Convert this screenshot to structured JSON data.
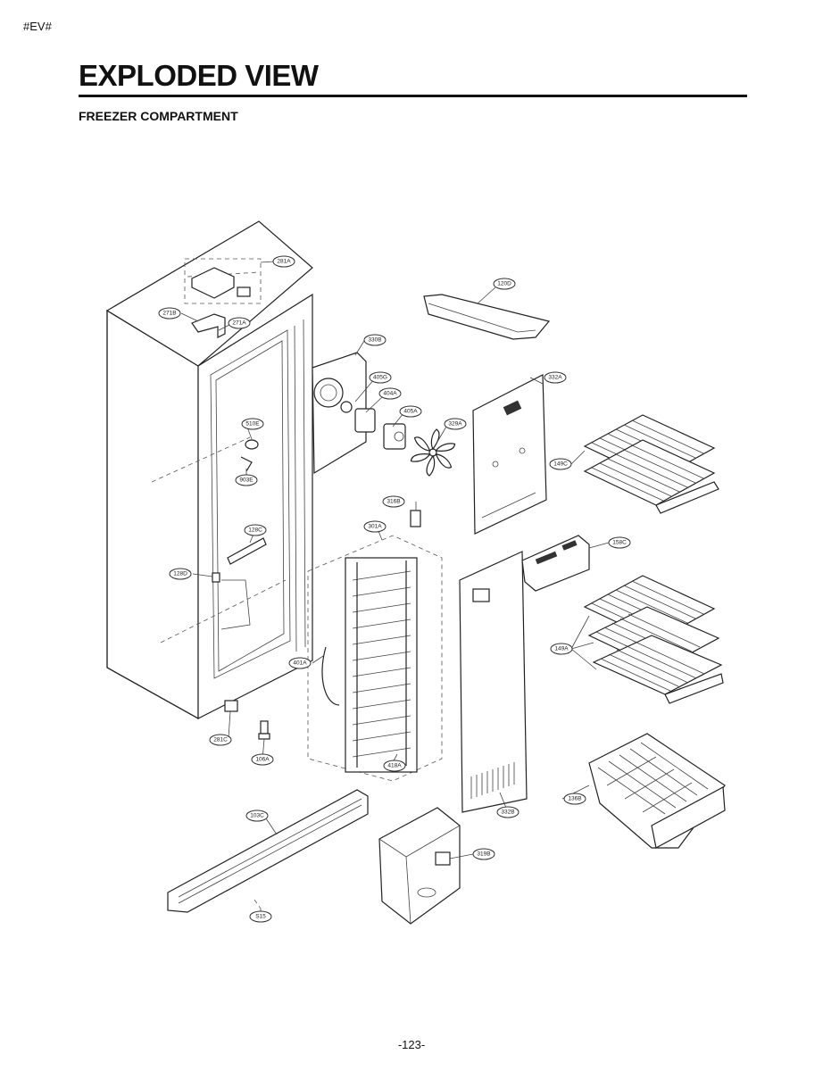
{
  "header": {
    "tag": "#EV#",
    "title": "EXPLODED VIEW",
    "subtitle": "FREEZER COMPARTMENT"
  },
  "footer": {
    "page": "-123-"
  },
  "parts": [
    {
      "id": "281A",
      "label": "281A"
    },
    {
      "id": "271B",
      "label": "271B"
    },
    {
      "id": "271A",
      "label": "271A"
    },
    {
      "id": "120D",
      "label": "120D"
    },
    {
      "id": "330B",
      "label": "330B"
    },
    {
      "id": "405G",
      "label": "405G"
    },
    {
      "id": "404A",
      "label": "404A"
    },
    {
      "id": "405A",
      "label": "405A"
    },
    {
      "id": "329A",
      "label": "329A"
    },
    {
      "id": "332A",
      "label": "332A"
    },
    {
      "id": "149C",
      "label": "149C"
    },
    {
      "id": "510E",
      "label": "510E"
    },
    {
      "id": "903E",
      "label": "903E"
    },
    {
      "id": "316B",
      "label": "316B"
    },
    {
      "id": "301A",
      "label": "301A"
    },
    {
      "id": "128C",
      "label": "128C"
    },
    {
      "id": "158C",
      "label": "158C"
    },
    {
      "id": "128D",
      "label": "128D"
    },
    {
      "id": "149A",
      "label": "149A"
    },
    {
      "id": "401A",
      "label": "401A"
    },
    {
      "id": "281C",
      "label": "281C"
    },
    {
      "id": "106A",
      "label": "106A"
    },
    {
      "id": "418A",
      "label": "418A"
    },
    {
      "id": "136B",
      "label": "136B"
    },
    {
      "id": "332B",
      "label": "332B"
    },
    {
      "id": "103C",
      "label": "103C"
    },
    {
      "id": "319B",
      "label": "319B"
    },
    {
      "id": "S15",
      "label": "S15"
    }
  ]
}
